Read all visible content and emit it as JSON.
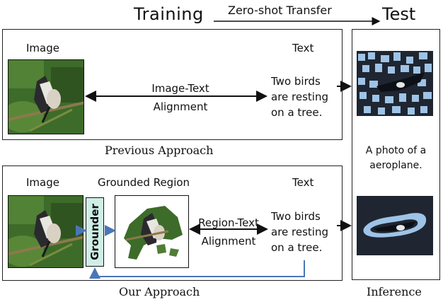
{
  "header": {
    "training": "Training",
    "transfer": "Zero-shot Transfer",
    "test": "Test"
  },
  "previous": {
    "image_label": "Image",
    "text_label": "Text",
    "alignment_line1": "Image-Text",
    "alignment_line2": "Alignment",
    "caption_lines": [
      "Two birds",
      "are resting",
      "on a tree."
    ],
    "title": "Previous Approach"
  },
  "ours": {
    "image_label": "Image",
    "region_label": "Grounded Region",
    "text_label": "Text",
    "grounder": "Grounder",
    "alignment_line1": "Region-Text",
    "alignment_line2": "Alignment",
    "caption_lines": [
      "Two birds",
      "are resting",
      "on a tree."
    ],
    "title": "Our Approach"
  },
  "test": {
    "prompt_line1": "A photo of a",
    "prompt_line2": "aeroplane.",
    "title": "Inference"
  },
  "colors": {
    "grounder_fill": "#cfeee6",
    "feedback_arrow": "#4a76b8",
    "mask_blue": "#9ec3e6",
    "dark_bg": "#1f2631"
  }
}
